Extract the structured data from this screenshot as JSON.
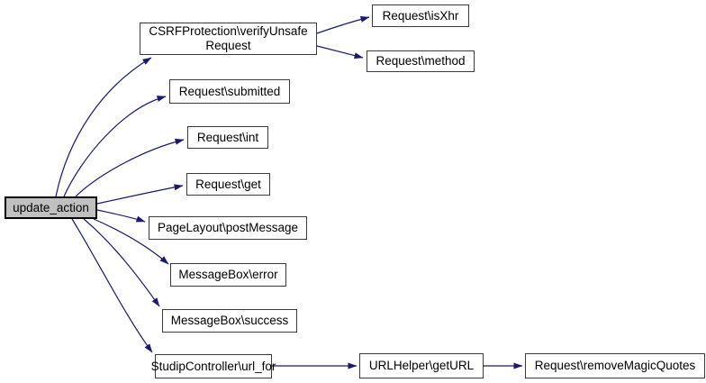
{
  "graph": {
    "type": "call-graph",
    "root": "update_action",
    "colors": {
      "edge_arrow": "#191970",
      "root_node_fill": "#c0c0c0",
      "node_fill": "#ffffff",
      "node_border": "#3a3a3a",
      "text": "#000000",
      "background": "#ffffff"
    },
    "nodes": [
      {
        "id": "update_action",
        "label": "update_action",
        "highlighted": true
      },
      {
        "id": "CSRFProtection\\verifyUnsafeRequest",
        "label": "CSRFProtection\\verifyUnsafe\nRequest",
        "highlighted": false
      },
      {
        "id": "Request\\isXhr",
        "label": "Request\\isXhr",
        "highlighted": false
      },
      {
        "id": "Request\\method",
        "label": "Request\\method",
        "highlighted": false
      },
      {
        "id": "Request\\submitted",
        "label": "Request\\submitted",
        "highlighted": false
      },
      {
        "id": "Request\\int",
        "label": "Request\\int",
        "highlighted": false
      },
      {
        "id": "Request\\get",
        "label": "Request\\get",
        "highlighted": false
      },
      {
        "id": "PageLayout\\postMessage",
        "label": "PageLayout\\postMessage",
        "highlighted": false
      },
      {
        "id": "MessageBox\\error",
        "label": "MessageBox\\error",
        "highlighted": false
      },
      {
        "id": "MessageBox\\success",
        "label": "MessageBox\\success",
        "highlighted": false
      },
      {
        "id": "StudipController\\url_for",
        "label": "StudipController\\url_for",
        "highlighted": false
      },
      {
        "id": "URLHelper\\getURL",
        "label": "URLHelper\\getURL",
        "highlighted": false
      },
      {
        "id": "Request\\removeMagicQuotes",
        "label": "Request\\removeMagicQuotes",
        "highlighted": false
      }
    ],
    "edges": [
      {
        "from": "update_action",
        "to": "CSRFProtection\\verifyUnsafeRequest"
      },
      {
        "from": "update_action",
        "to": "Request\\submitted"
      },
      {
        "from": "update_action",
        "to": "Request\\int"
      },
      {
        "from": "update_action",
        "to": "Request\\get"
      },
      {
        "from": "update_action",
        "to": "PageLayout\\postMessage"
      },
      {
        "from": "update_action",
        "to": "MessageBox\\error"
      },
      {
        "from": "update_action",
        "to": "MessageBox\\success"
      },
      {
        "from": "update_action",
        "to": "StudipController\\url_for"
      },
      {
        "from": "CSRFProtection\\verifyUnsafeRequest",
        "to": "Request\\isXhr"
      },
      {
        "from": "CSRFProtection\\verifyUnsafeRequest",
        "to": "Request\\method"
      },
      {
        "from": "StudipController\\url_for",
        "to": "URLHelper\\getURL"
      },
      {
        "from": "URLHelper\\getURL",
        "to": "Request\\removeMagicQuotes"
      }
    ]
  }
}
